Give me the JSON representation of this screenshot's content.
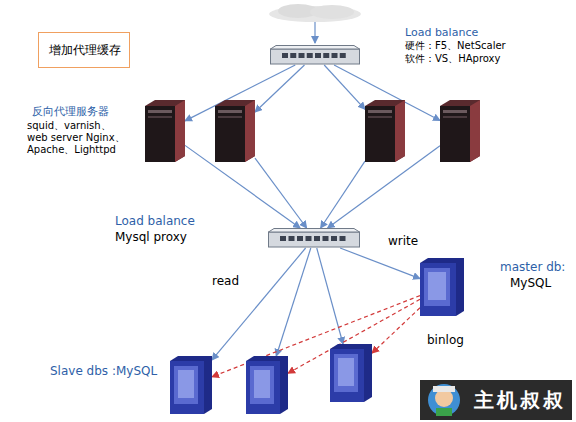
{
  "diagram": {
    "nodes": [
      {
        "text": [
          "增加代理缓存"
        ]
      },
      {
        "text": [
          "Load balance",
          "硬件：F5、NetScaler",
          "软件：VS、HAproxy"
        ]
      },
      {
        "text": [
          "反向代理服务器",
          "squid、varnish、 web server Nginx、 Apache、Lighttpd"
        ]
      },
      {
        "text": []
      },
      {
        "text": []
      },
      {
        "text": []
      },
      {
        "text": [
          "Load balance",
          "Mysql proxy"
        ]
      },
      {
        "text": [
          "master db:",
          "MySQL"
        ]
      },
      {
        "text": [
          "Slave dbs :MySQL"
        ]
      },
      {
        "text": []
      },
      {
        "text": []
      }
    ],
    "edges": [
      {
        "from": 1,
        "to": 2,
        "arrow": "to"
      },
      {
        "from": 1,
        "to": 3,
        "arrow": "to"
      },
      {
        "from": 1,
        "to": 4,
        "arrow": "to"
      },
      {
        "from": 1,
        "to": 5,
        "arrow": "to"
      },
      {
        "from": 2,
        "to": 6,
        "arrow": "to"
      },
      {
        "from": 3,
        "to": 6,
        "arrow": "to"
      },
      {
        "from": 4,
        "to": 6,
        "arrow": "to"
      },
      {
        "from": 5,
        "to": 6,
        "arrow": "to"
      },
      {
        "from": 6,
        "to": 7,
        "label": "write",
        "arrow": "to"
      },
      {
        "from": 6,
        "to": 8,
        "label": "read",
        "arrow": "to"
      },
      {
        "from": 6,
        "to": 9,
        "arrow": "to"
      },
      {
        "from": 6,
        "to": 10,
        "arrow": "to"
      },
      {
        "from": 7,
        "to": 8,
        "arrow": "to"
      },
      {
        "from": 7,
        "to": 9,
        "arrow": "to"
      },
      {
        "from": 7,
        "to": 10,
        "arrow": "to"
      }
    ],
    "labels": [
      "binlog",
      "主机叔叔"
    ]
  }
}
